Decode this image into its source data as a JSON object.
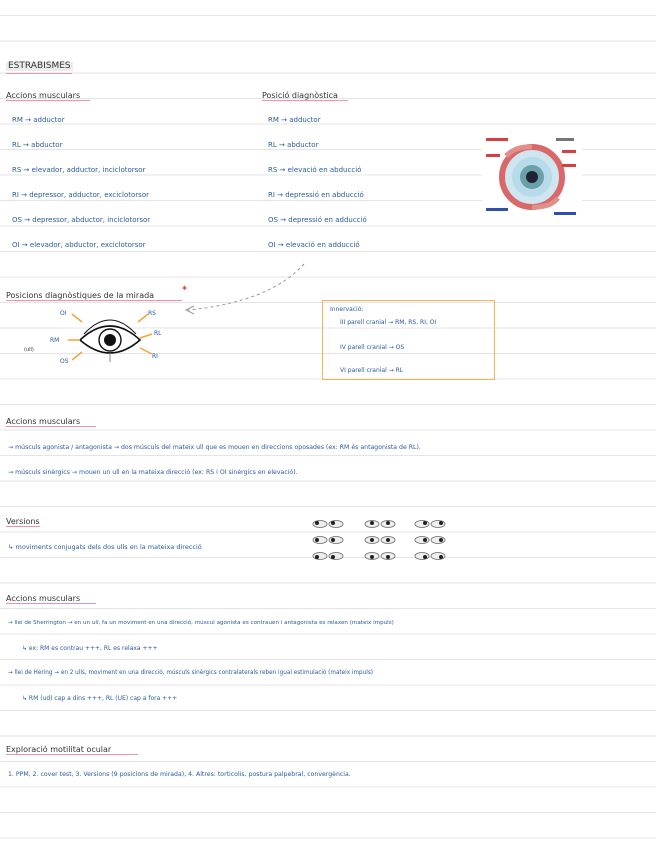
{
  "title": "ESTRABISMES",
  "left_header": "Accions musculars",
  "right_header": "Posició diagnòstica",
  "actions_list": [
    "RM → adductor",
    "RL → abductor",
    "RS → elevador, adductor, inciclotorsor",
    "RI → depressor, adductor, exciclotorsor",
    "OS → depressor, abductor, inciclotorsor",
    "OI → elevador, abductor, exciclotorsor"
  ],
  "positions_list": [
    "RM → adductor",
    "RL → abductor",
    "RS → elevació en abducció",
    "RI → depressió en abducció",
    "OS → depressió en adducció",
    "OI → elevació en adducció"
  ],
  "diagram_heading": "Posicions diagnòstiques de la mirada",
  "eye_labels": {
    "oi": "OI",
    "rs": "RS",
    "rm": "RM",
    "rl": "RL",
    "os": "OS",
    "ri": "RI",
    "ull": "(ull)"
  },
  "innervation": {
    "title": "Innervació:",
    "lines": [
      "III parell cranial → RM, RS, RI, OI",
      "IV parell cranial → OS",
      "VI parell cranial → RL"
    ]
  },
  "section2": {
    "heading": "Accions musculars",
    "lines": [
      "→ músculs agonista / antagonista → dos músculs del mateix ull que es mouen en direccions oposades (ex: RM és antagonista de RL).",
      "→ músculs sinèrgics → mouen un ull en la mateixa direcció (ex: RS i OI sinèrgics en elevació)."
    ]
  },
  "section3": {
    "heading": "Versions",
    "line": "↳ moviments conjugats dels dos ulls en la mateixa direcció"
  },
  "section4": {
    "heading": "Accions musculars",
    "lines": [
      "→ llei de Sherrington → en un ull, fa un moviment en una direcció, múscul agonista es contrauen i antagonista es relaxen (mateix impuls)",
      "↳ ex: RM es contrau +++, RL es relaxa +++",
      "→ llei de Hering → en 2 ulls, moviment en una direcció, músculs sinèrgics contralaterals reben igual estimulació (mateix impuls)",
      "↳ RM (ud) cap a dins +++, RL (UE) cap a fora +++"
    ]
  },
  "section5": {
    "heading": "Exploració motilitat ocular",
    "line": "1. PPM, 2. cover test, 3. Versions (9 posicions de mirada), 4. Altres: torticolis, postura palpebral, convergència."
  }
}
